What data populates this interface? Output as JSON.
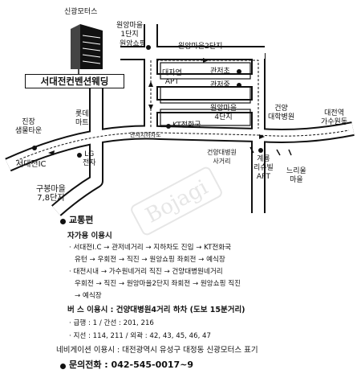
{
  "map": {
    "building_label": "신광모터스",
    "hq_label": "서대전컨벤션웨딩",
    "places": {
      "wonang_1": "원앙마을\n1단지",
      "wonang_shopping": "원앙쇼핑",
      "wonang_2": "원앙마을2단지",
      "daejayeon": "대자연\nAPT",
      "gwanjeo_cho": "관저초",
      "gwanjeo_jung": "관저중",
      "wonang_4": "원앙마을\n4단지",
      "kt": "KT전화국",
      "konyang": "건양\n대학병원",
      "daejeon_station": "대전역\n가수원동",
      "jinjang": "진장\n샘물타운",
      "lotte": "롯데\n마트",
      "underpass": "관저지하차도",
      "konyang_junction": "건양대병원\n사거리",
      "seodaejeon_ic": "서대전IC",
      "lg": "LG\n전자",
      "gyeryong": "계룡\n리슈빌\nAPT",
      "gumbong": "구봉마을\n7,8단지",
      "neuriul": "느리울\n마을"
    },
    "watermark": "Bojagi"
  },
  "info": {
    "transport_heading": "교통편",
    "car_heading": "자가용 이용시",
    "route1_line1": "· 서대전I.C → 관저네거리 → 지하차도 진입 → KT전화국",
    "route1_line2": "유턴 → 우회전 → 직진 → 원앙쇼핑 좌회전 → 예식장",
    "route2_line1": "· 대전시내 → 가수원네거리 직진 → 건양대병원네거리",
    "route2_line2": "우회전 → 직진 → 원앙마을2단지 좌회전 → 원앙쇼핑 직진",
    "route2_line3": "→ 예식장",
    "bus_heading": "버   스 이용시 : 건양대병원4거리 하차 (도보 15분거리)",
    "bus_express": "· 급행 : 1 / 간선 : 201, 216",
    "bus_branch": "· 지선 : 114, 211 / 외곽 : 42, 43, 45, 46, 47",
    "nav": "네비게이션 이용시 : 대전광역시 유성구 대정동 신광모터스 표기",
    "phone_heading": "문의전화 : 042-545-0017~9"
  }
}
